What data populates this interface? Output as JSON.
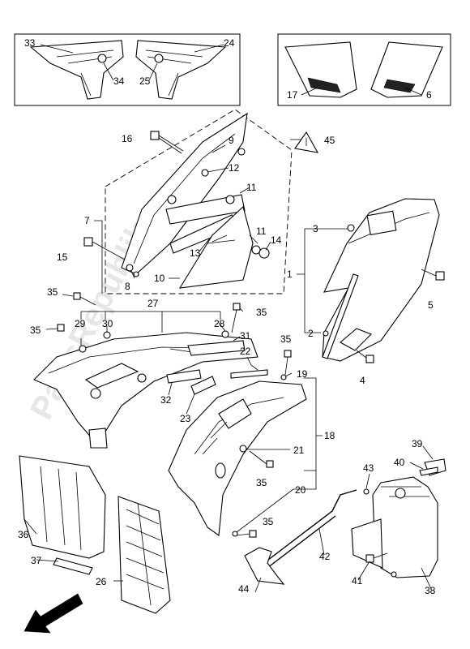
{
  "watermark": "PartsRepublik",
  "callouts": {
    "c1": "1",
    "c2": "2",
    "c3": "3",
    "c4": "4",
    "c5": "5",
    "c6": "6",
    "c7": "7",
    "c8": "8",
    "c9": "9",
    "c10": "10",
    "c11a": "11",
    "c11b": "11",
    "c12": "12",
    "c13": "13",
    "c14": "14",
    "c15": "15",
    "c16": "16",
    "c17": "17",
    "c18": "18",
    "c19": "19",
    "c20": "20",
    "c21": "21",
    "c22": "22",
    "c23": "23",
    "c24": "24",
    "c25": "25",
    "c26": "26",
    "c27": "27",
    "c28": "28",
    "c29": "29",
    "c30": "30",
    "c31": "31",
    "c32": "32",
    "c33": "33",
    "c34": "34",
    "c35a": "35",
    "c35b": "35",
    "c35c": "35",
    "c35d": "35",
    "c35e": "35",
    "c35f": "35",
    "c36": "36",
    "c37": "37",
    "c38": "38",
    "c39": "39",
    "c40": "40",
    "c41": "41",
    "c42": "42",
    "c43": "43",
    "c44": "44",
    "c45": "45"
  },
  "icons": {
    "direction_arrow": "front-direction-arrow-icon",
    "warning_label": "warning-triangle-icon"
  }
}
